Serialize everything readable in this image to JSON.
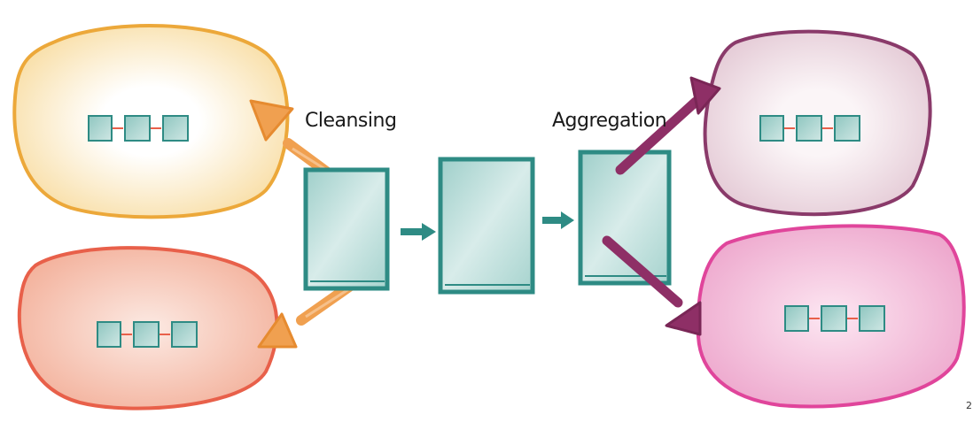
{
  "labels": {
    "cleansing": "Cleansing",
    "aggregation": "Aggregation"
  },
  "page_number": "2",
  "colors": {
    "source_top": "#eca83a",
    "source_bottom": "#e8604a",
    "sink_top": "#8a3a6a",
    "sink_bottom": "#e0459b",
    "store": "#2e8b84",
    "store_fill": "#b9ddd9",
    "orange_arrow": "#f0a050",
    "purple_arrow": "#8e2f66"
  },
  "nodes": [
    {
      "name": "source-top",
      "pipeline_steps": 3
    },
    {
      "name": "source-bottom",
      "pipeline_steps": 3
    },
    {
      "name": "sink-top",
      "pipeline_steps": 3
    },
    {
      "name": "sink-bottom",
      "pipeline_steps": 3
    }
  ]
}
